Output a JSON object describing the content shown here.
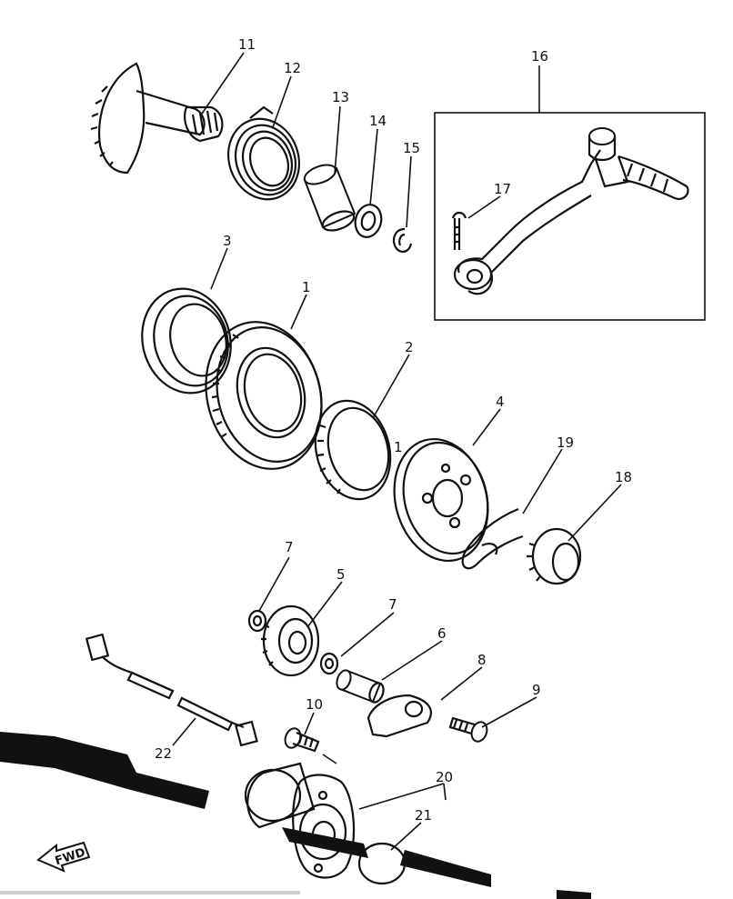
{
  "callouts": [
    {
      "id": "c11",
      "text": "11"
    },
    {
      "id": "c12",
      "text": "12"
    },
    {
      "id": "c13",
      "text": "13"
    },
    {
      "id": "c14",
      "text": "14"
    },
    {
      "id": "c15",
      "text": "15"
    },
    {
      "id": "c16",
      "text": "16"
    },
    {
      "id": "c17",
      "text": "17"
    },
    {
      "id": "c3",
      "text": "3"
    },
    {
      "id": "c1a",
      "text": "1"
    },
    {
      "id": "c2",
      "text": "2"
    },
    {
      "id": "c1b",
      "text": "1"
    },
    {
      "id": "c4",
      "text": "4"
    },
    {
      "id": "c19",
      "text": "19"
    },
    {
      "id": "c18",
      "text": "18"
    },
    {
      "id": "c7a",
      "text": "7"
    },
    {
      "id": "c5",
      "text": "5"
    },
    {
      "id": "c7b",
      "text": "7"
    },
    {
      "id": "c6",
      "text": "6"
    },
    {
      "id": "c8",
      "text": "8"
    },
    {
      "id": "c9",
      "text": "9"
    },
    {
      "id": "c10",
      "text": "10"
    },
    {
      "id": "c22",
      "text": "22"
    },
    {
      "id": "c20",
      "text": "20"
    },
    {
      "id": "c21",
      "text": "21"
    }
  ],
  "fwd_label": "FWD"
}
